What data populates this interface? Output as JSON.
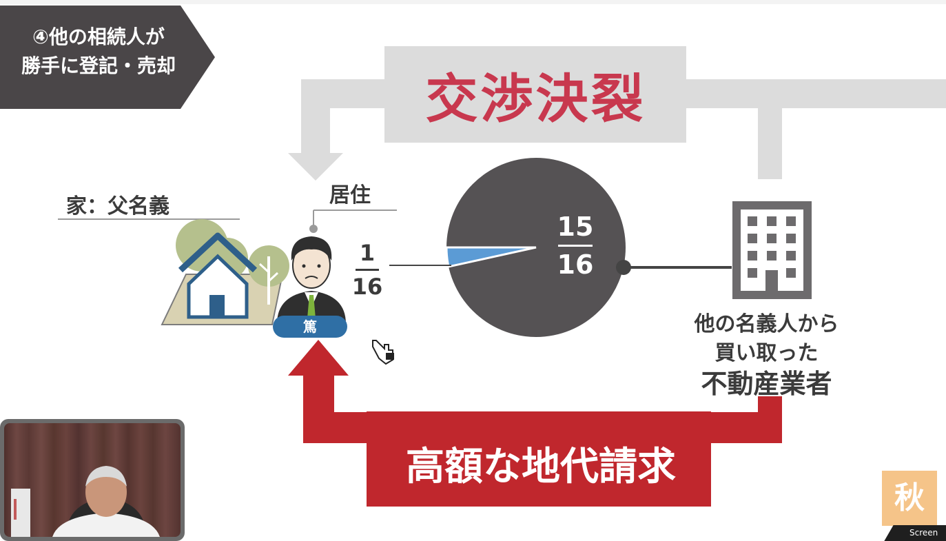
{
  "slide": {
    "badge_line1": "④他の相続人が",
    "badge_line2": "勝手に登記・売却",
    "title": "交渉決裂",
    "house_label": "家：父名義",
    "resident_label": "居住",
    "person_tag": "篤",
    "small_share": {
      "numerator": "1",
      "denominator": "16"
    },
    "large_share": {
      "numerator": "15",
      "denominator": "16"
    },
    "company_line1": "他の名義人から",
    "company_line2": "買い取った",
    "company_line3": "不動産業者",
    "demand": "高額な地代請求"
  },
  "overlay": {
    "logo_char": "秋",
    "recorder_text": "Screen"
  },
  "colors": {
    "title_red": "#c8384e",
    "arrow_red": "#c0272d",
    "arrow_gray": "#dcdcdc",
    "badge_dark": "#4a4648",
    "pie_dark": "#555254",
    "pie_blue": "#5b9bd5",
    "building_gray": "#6d6b6d",
    "house_blue": "#2e5f8a",
    "tree_green": "#b5c08d"
  }
}
